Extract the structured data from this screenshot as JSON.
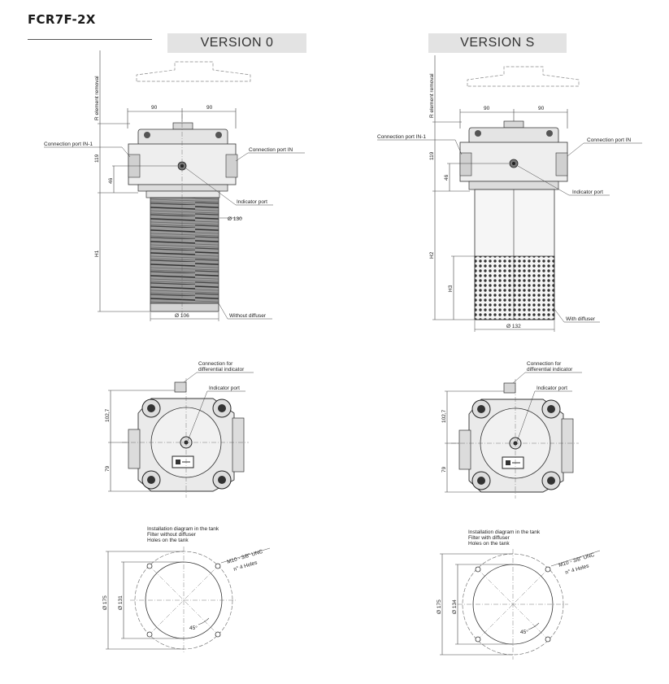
{
  "title": "FCR7F-2X",
  "versions": {
    "v0": "VERSION 0",
    "vS": "VERSION S"
  },
  "side_view": {
    "r_element_removal": "R element removal",
    "dim_90_left": "90",
    "dim_90_right": "90",
    "connection_port_in1": "Connection port IN-1",
    "connection_port_in": "Connection port IN",
    "dim_119": "119",
    "dim_46": "46",
    "indicator_port": "Indicator port",
    "v0": {
      "dia_130": "Ø 130",
      "h1": "H1",
      "dia_106": "Ø 106",
      "without_diffuser": "Without diffuser"
    },
    "vS": {
      "h2": "H2",
      "h3": "H3",
      "dia_132": "Ø 132",
      "with_diffuser": "With diffuser"
    }
  },
  "top_view": {
    "connection_diff_line1": "Connection for",
    "connection_diff_line2": "differential indicator",
    "indicator_port": "Indicator port",
    "dim_102_7": "102,7",
    "dim_79": "79"
  },
  "install_view": {
    "v0": {
      "line1": "Installation diagram in the tank",
      "line2": "Filter without diffuser",
      "line3": "Holes on the tank",
      "thread": "M10 - 3/8\" UNC",
      "holes": "n° 4 Holes",
      "dia_175": "Ø 175",
      "dia_131": "Ø 131",
      "angle": "45°"
    },
    "vS": {
      "line1": "Installation diagram in the tank",
      "line2": "Filter with diffuser",
      "line3": "Holes on the tank",
      "thread": "M10 - 3/8\" UNC",
      "holes": "n° 4 Holes",
      "dia_175": "Ø 175",
      "dia_134": "Ø 134",
      "angle": "45°"
    }
  }
}
